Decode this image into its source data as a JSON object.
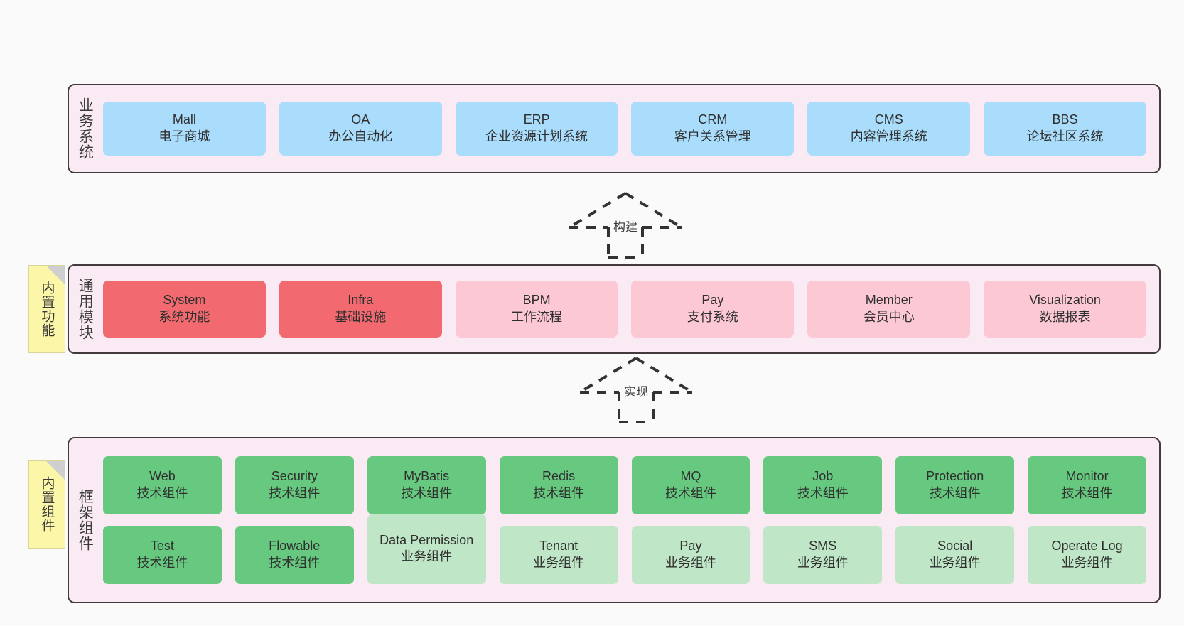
{
  "diagram": {
    "background": "#fafafa",
    "panel_fill": "#f9eaf4",
    "panel_border": "#423a3d",
    "note_fill": "#fcf7a8",
    "colors": {
      "business": "#aadcfb",
      "module_core": "#f26a6f",
      "module_optional": "#fbc8d4",
      "tech_component": "#66c97f",
      "biz_component": "#bfe6c6"
    }
  },
  "layers": [
    {
      "id": "business",
      "title": "业务系统",
      "rows": [
        [
          {
            "name": "Mall",
            "desc": "电子商城",
            "color": "#aadcfb"
          },
          {
            "name": "OA",
            "desc": "办公自动化",
            "color": "#aadcfb"
          },
          {
            "name": "ERP",
            "desc": "企业资源计划系统",
            "color": "#aadcfb"
          },
          {
            "name": "CRM",
            "desc": "客户关系管理",
            "color": "#aadcfb"
          },
          {
            "name": "CMS",
            "desc": "内容管理系统",
            "color": "#aadcfb"
          },
          {
            "name": "BBS",
            "desc": "论坛社区系统",
            "color": "#aadcfb"
          }
        ]
      ]
    },
    {
      "id": "modules",
      "title": "通用模块",
      "note": "内置功能",
      "rows": [
        [
          {
            "name": "System",
            "desc": "系统功能",
            "color": "#f26a6f"
          },
          {
            "name": "Infra",
            "desc": "基础设施",
            "color": "#f26a6f"
          },
          {
            "name": "BPM",
            "desc": "工作流程",
            "color": "#fbc8d4"
          },
          {
            "name": "Pay",
            "desc": "支付系统",
            "color": "#fbc8d4"
          },
          {
            "name": "Member",
            "desc": "会员中心",
            "color": "#fbc8d4"
          },
          {
            "name": "Visualization",
            "desc": "数据报表",
            "color": "#fbc8d4"
          }
        ]
      ]
    },
    {
      "id": "framework",
      "title": "框架组件",
      "note": "内置组件",
      "rows": [
        [
          {
            "name": "Web",
            "desc": "技术组件",
            "color": "#66c97f"
          },
          {
            "name": "Security",
            "desc": "技术组件",
            "color": "#66c97f"
          },
          {
            "name": "MyBatis",
            "desc": "技术组件",
            "color": "#66c97f"
          },
          {
            "name": "Redis",
            "desc": "技术组件",
            "color": "#66c97f"
          },
          {
            "name": "MQ",
            "desc": "技术组件",
            "color": "#66c97f"
          },
          {
            "name": "Job",
            "desc": "技术组件",
            "color": "#66c97f"
          },
          {
            "name": "Protection",
            "desc": "技术组件",
            "color": "#66c97f"
          },
          {
            "name": "Monitor",
            "desc": "技术组件",
            "color": "#66c97f"
          }
        ],
        [
          {
            "name": "Test",
            "desc": "技术组件",
            "color": "#66c97f"
          },
          {
            "name": "Flowable",
            "desc": "技术组件",
            "color": "#66c97f"
          },
          {
            "name": "Data Permission",
            "desc": "业务组件",
            "color": "#bfe6c6"
          },
          {
            "name": "Tenant",
            "desc": "业务组件",
            "color": "#bfe6c6"
          },
          {
            "name": "Pay",
            "desc": "业务组件",
            "color": "#bfe6c6"
          },
          {
            "name": "SMS",
            "desc": "业务组件",
            "color": "#bfe6c6"
          },
          {
            "name": "Social",
            "desc": "业务组件",
            "color": "#bfe6c6"
          },
          {
            "name": "Operate Log",
            "desc": "业务组件",
            "color": "#bfe6c6"
          }
        ]
      ]
    }
  ],
  "connectors": [
    {
      "id": "build",
      "label": "构建",
      "from": "modules",
      "to": "business"
    },
    {
      "id": "impl",
      "label": "实现",
      "from": "framework",
      "to": "modules"
    }
  ]
}
